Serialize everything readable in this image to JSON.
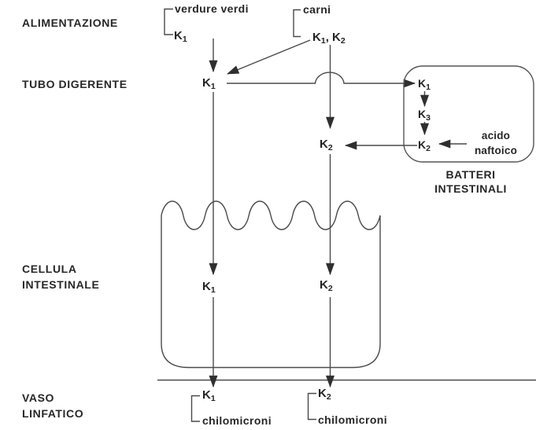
{
  "labels": {
    "alimentazione": "ALIMENTAZIONE",
    "tubo_digerente": "TUBO DIGERENTE",
    "cellula_line1": "CELLULA",
    "cellula_line2": "INTESTINALE",
    "vaso_line1": "VASO",
    "vaso_line2": "LINFATICO",
    "batteri_line1": "BATTERI",
    "batteri_line2": "INTESTINALI",
    "acido_line1": "acido",
    "acido_line2": "naftoico"
  },
  "nodes": {
    "verdure": "verdure verdi",
    "carni": "carni",
    "k1_aliment": {
      "base": "K",
      "sub": "1"
    },
    "k1k2": {
      "base1": "K",
      "sub1": "1",
      "sep": ", ",
      "base2": "K",
      "sub2": "2"
    },
    "k1_tubo": {
      "base": "K",
      "sub": "1"
    },
    "k2_central": {
      "base": "K",
      "sub": "2"
    },
    "box_k1": {
      "base": "K",
      "sub": "1"
    },
    "box_k3": {
      "base": "K",
      "sub": "3"
    },
    "box_k2": {
      "base": "K",
      "sub": "2"
    },
    "cell_k1": {
      "base": "K",
      "sub": "1"
    },
    "cell_k2": {
      "base": "K",
      "sub": "2"
    },
    "vaso_k1": {
      "base": "K",
      "sub": "1"
    },
    "vaso_k1_chylo": "chilomicroni",
    "vaso_k2": {
      "base": "K",
      "sub": "2"
    },
    "vaso_k2_chylo": "chilomicroni"
  },
  "colors": {
    "background": "#ffffff",
    "ink": "#272727",
    "line": "#4a4a4a",
    "arrowhead": "#2f2f2f"
  }
}
